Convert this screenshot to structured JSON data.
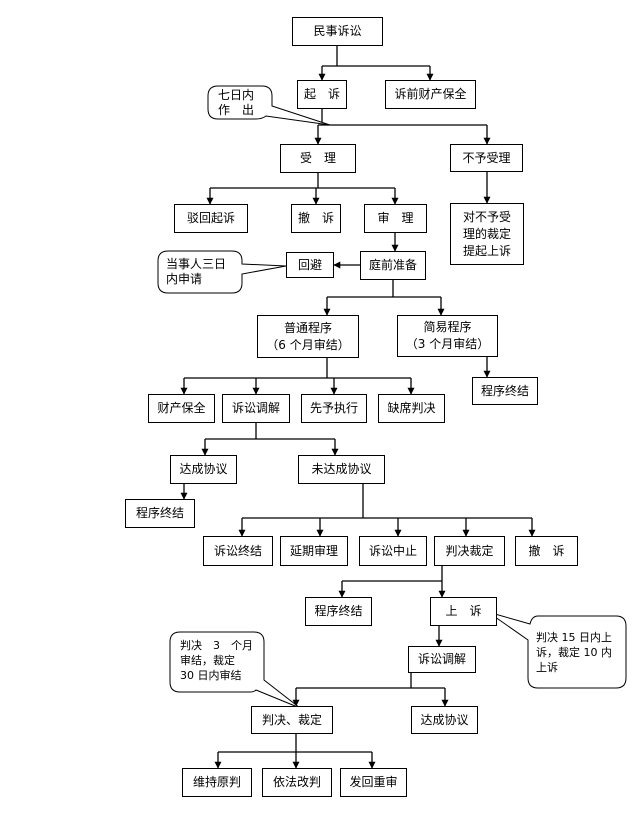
{
  "nodes": {
    "civil_litigation": "民事诉讼",
    "file_suit": "起　诉",
    "pre_suit_preservation": "诉前财产保全",
    "accept": "受　理",
    "not_accept": "不予受理",
    "not_accept_ruling": "对不予受\n理的裁定\n提起上诉",
    "reject_suit": "驳回起诉",
    "withdraw_1": "撤　诉",
    "trial": "审　理",
    "recusal": "回避",
    "pretrial_prep": "庭前准备",
    "ordinary_procedure": "普通程序\n（6 个月审结）",
    "summary_procedure": "简易程序\n（3 个月审结）",
    "summary_end": "程序终结",
    "property_preservation": "财产保全",
    "litigation_mediation_1": "诉讼调解",
    "advance_execution": "先予执行",
    "default_judgment": "缺席判决",
    "agreement_reached_1": "达成协议",
    "no_agreement": "未达成协议",
    "agreement_end": "程序终结",
    "litigation_termination": "诉讼终结",
    "postponed_trial": "延期审理",
    "litigation_suspension": "诉讼中止",
    "judgment_ruling_1": "判决裁定",
    "withdraw_2": "撤　诉",
    "judgment_end": "程序终结",
    "appeal": "上　诉",
    "litigation_mediation_2": "诉讼调解",
    "judgment_ruling_2": "判决、裁定",
    "agreement_reached_2": "达成协议",
    "uphold_original": "维持原判",
    "amend_judgment": "依法改判",
    "remand_retrial": "发回重审"
  },
  "callouts": {
    "seven_days": "七日内\n作　出",
    "three_days": "当事人三日\n内申请",
    "appeal_days": "判决 15 日内上\n诉，裁定 10 内\n上诉",
    "appeal_term": "判决　3　个月\n审结，裁定\n30 日内审结"
  }
}
